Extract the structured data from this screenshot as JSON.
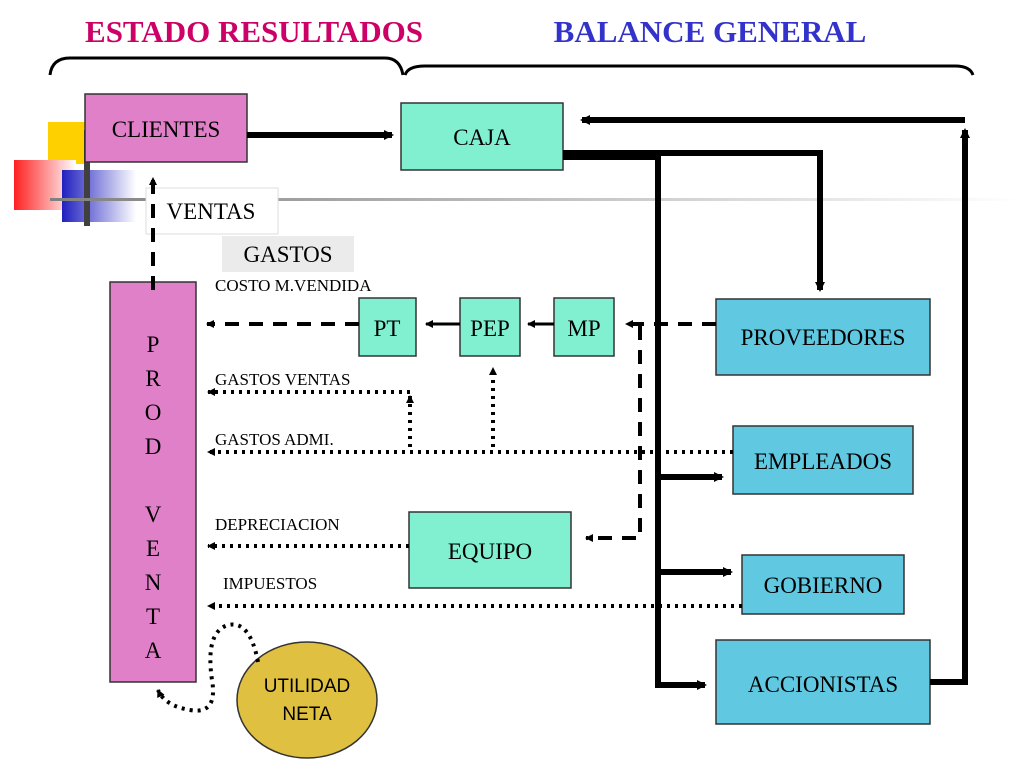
{
  "header": {
    "left_title": "ESTADO RESULTADOS",
    "right_title": "BALANCE GENERAL"
  },
  "boxes": {
    "clientes": "CLIENTES",
    "caja": "CAJA",
    "proveedores": "PROVEEDORES",
    "empleados": "EMPLEADOS",
    "gobierno": "GOBIERNO",
    "accionistas": "ACCIONISTAS",
    "pt": "PT",
    "pep": "PEP",
    "mp": "MP",
    "equipo": "EQUIPO",
    "prod_venta": [
      "P",
      "R",
      "O",
      "D",
      "V",
      "E",
      "N",
      "T",
      "A"
    ],
    "utilidad_line1": "UTILIDAD",
    "utilidad_line2": "NETA"
  },
  "labels": {
    "ventas": "VENTAS",
    "gastos": "GASTOS",
    "costo": "COSTO M.VENDIDA",
    "gastos_ventas": "GASTOS VENTAS",
    "gastos_admi": "GASTOS ADMI.",
    "depreciacion": "DEPRECIACION",
    "impuestos": "IMPUESTOS"
  },
  "colors": {
    "title_left": "#cc0066",
    "title_right": "#3333cc",
    "pink_box": "#e080c8",
    "teal_box": "#80f0d0",
    "blue_box": "#60c8e0",
    "oval": "#e0c040"
  }
}
